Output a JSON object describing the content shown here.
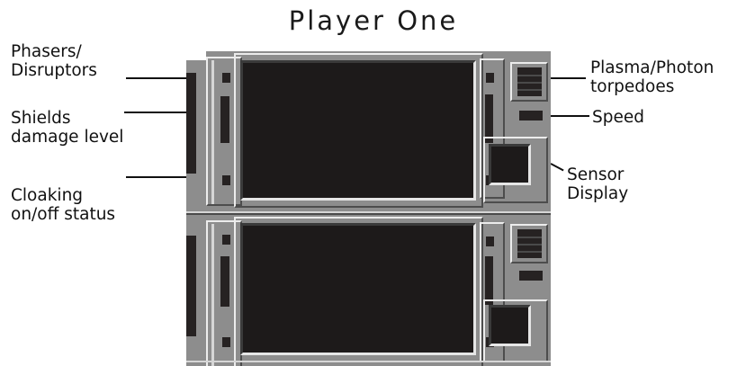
{
  "title": "Player One",
  "labels": {
    "phasers": "Phasers/\nDisruptors",
    "shields": "Shields\ndamage level",
    "cloaking": "Cloaking\non/off status",
    "torpedoes": "Plasma/Photon\ntorpedoes",
    "speed": "Speed",
    "sensor": "Sensor\nDisplay"
  },
  "colors": {
    "panel": "#8d8d8d",
    "screen": "#1d1a1a",
    "highlight": "#ececec",
    "background": "#ffffff"
  }
}
